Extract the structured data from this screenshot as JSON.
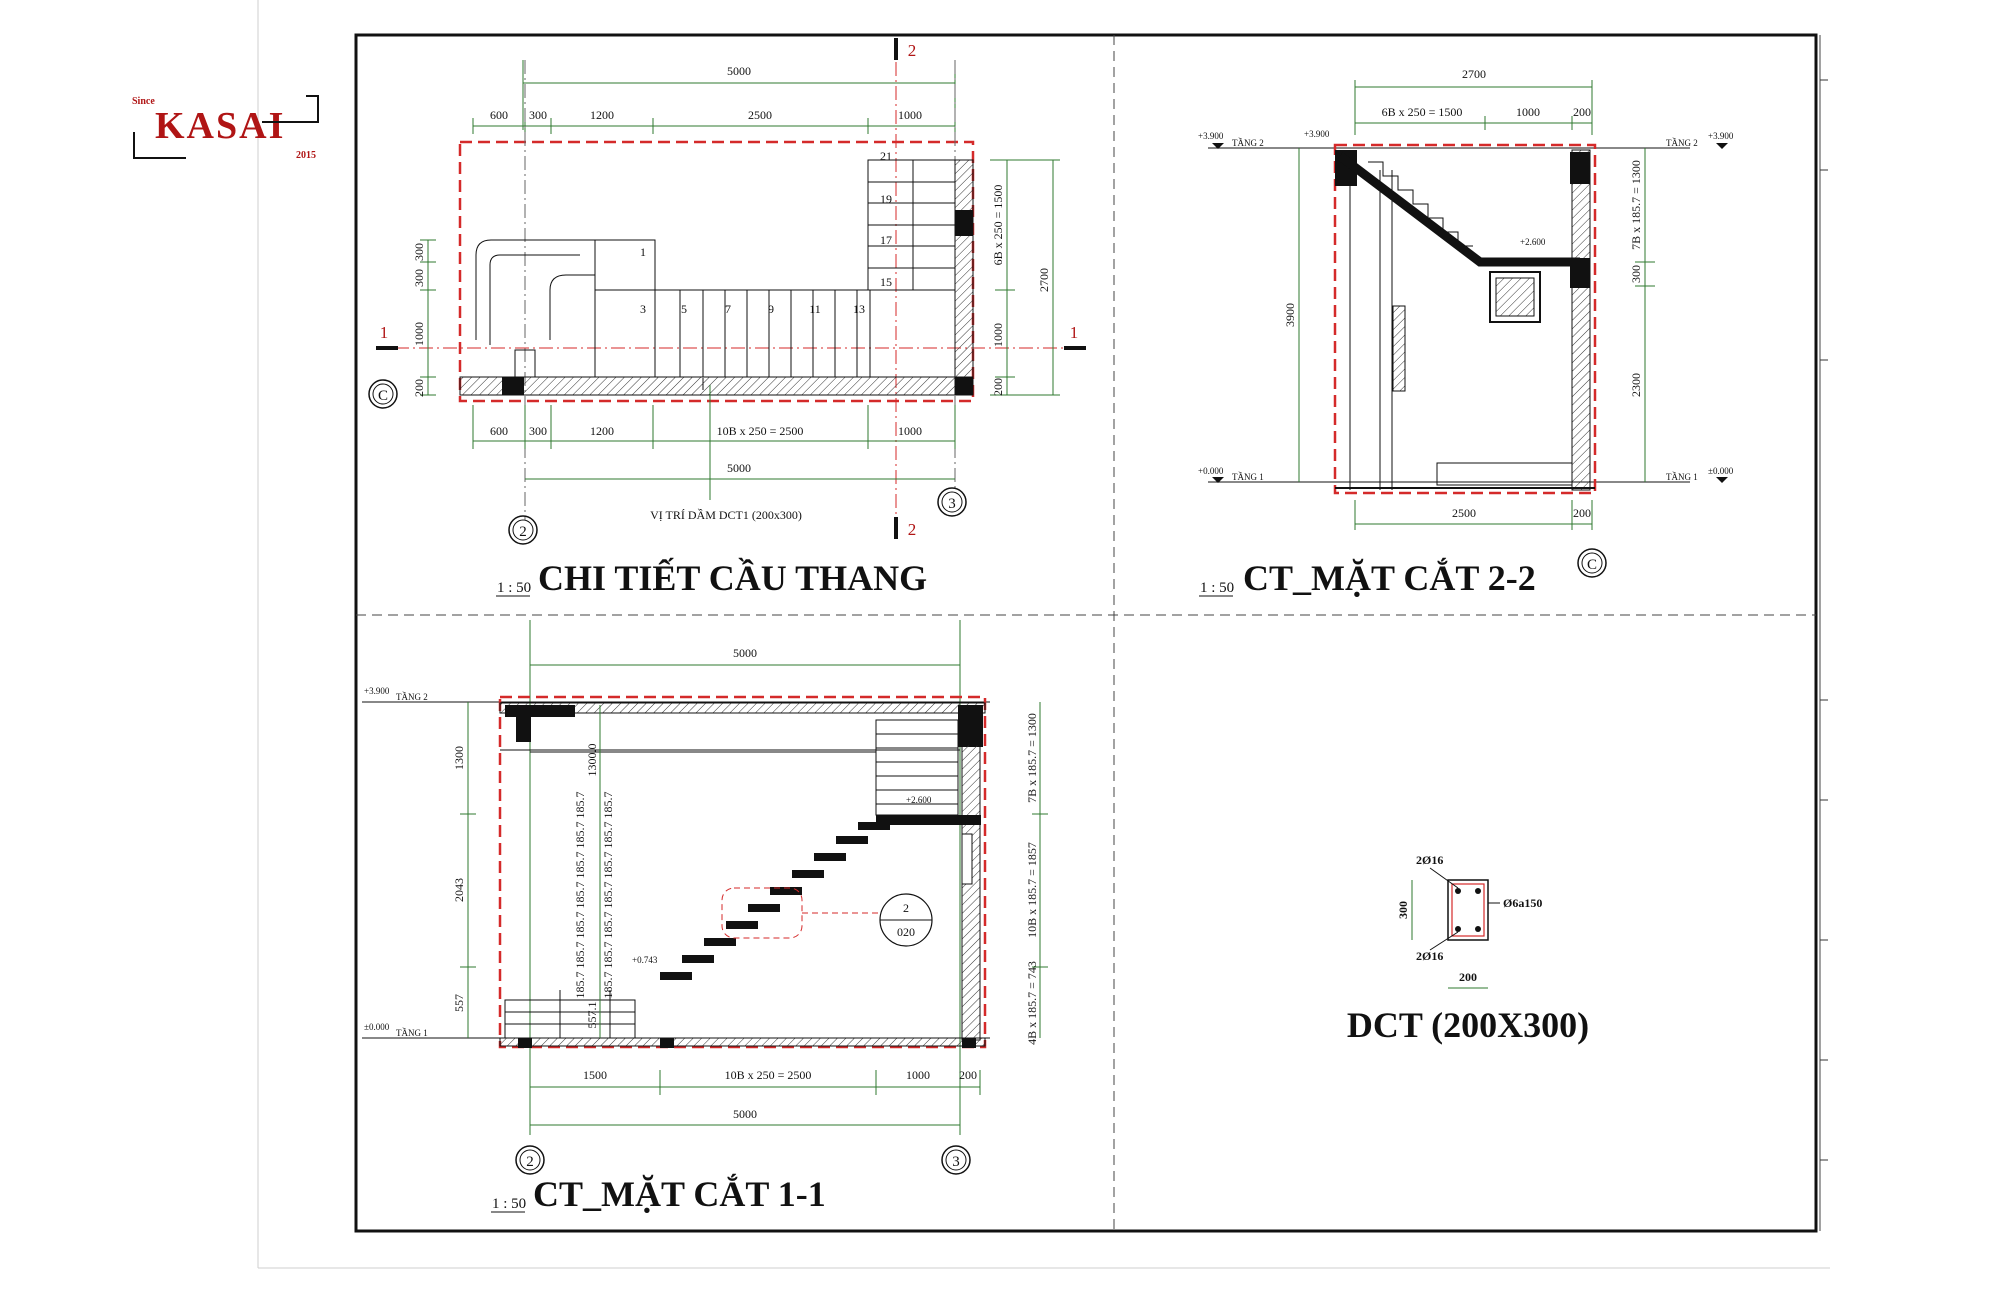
{
  "logo": {
    "since": "Since",
    "name": "KASAI",
    "year": "2015",
    "brand_color": "#b01515"
  },
  "colors": {
    "dimension_line": "#2f7a2f",
    "section_outline": "#d42a2a",
    "ink": "#111111",
    "section_mark": "#b01515"
  },
  "plan": {
    "title": "CHI TIẾT CẦU THANG",
    "scale": "1 : 50",
    "top_total": "5000",
    "top_dims": [
      "600",
      "300",
      "1200",
      "2500",
      "1000"
    ],
    "bottom_dims": [
      "600",
      "300",
      "1200",
      "10B x 250 = 2500",
      "1000"
    ],
    "bottom_total": "5000",
    "right_dims": [
      "6B x 250 = 1500",
      "1000",
      "200"
    ],
    "right_total": "2700",
    "left_dims": [
      "300",
      "300",
      "1000",
      "200"
    ],
    "step_numbers": [
      "1",
      "3",
      "5",
      "7",
      "9",
      "11",
      "13",
      "15",
      "17",
      "19",
      "21"
    ],
    "beam_note": "VỊ TRÍ DẦM DCT1 (200x300)",
    "section_marks": [
      "1",
      "1",
      "2",
      "2"
    ],
    "grid_labels": [
      "C",
      "2",
      "3"
    ]
  },
  "section22": {
    "title": "CT_MẶT CẮT 2-2",
    "scale": "1 : 50",
    "top_total": "2700",
    "top_dims": [
      "6B x 250 = 1500",
      "1000",
      "200"
    ],
    "bottom_dims": [
      "2500",
      "200"
    ],
    "left_height": "3900",
    "right_dims": [
      "7B x 185.7 = 1300",
      "300",
      "2300"
    ],
    "levels": [
      "+3.900",
      "TẦNG 2",
      "+3.900",
      "TẦNG 2",
      "+3.900",
      "+0.000",
      "TẦNG 1",
      "TẦNG 1",
      "±0.000"
    ],
    "landing_level": "+2.600",
    "grid_label": "C"
  },
  "section11": {
    "title": "CT_MẶT CẮT 1-1",
    "scale": "1 : 50",
    "top_total": "5000",
    "bottom_dims": [
      "1500",
      "10B x 250 = 2500",
      "1000",
      "200"
    ],
    "bottom_total": "5000",
    "left_dims": [
      "1300",
      "2043",
      "557"
    ],
    "inner_dim": "1300.0",
    "riser_labels": [
      "185.7",
      "185.7",
      "185.7",
      "185.7",
      "185.7",
      "185.7",
      "185.7",
      "185.7",
      "185.7",
      "185.7",
      "185.7",
      "185.7",
      "185.7",
      "185.7"
    ],
    "inner_bottom": "557.1",
    "right_dims": [
      "7B x 185.7 = 1300",
      "10B x 185.7 = 1857",
      "4B x 185.7 = 743"
    ],
    "levels": [
      "+3.900",
      "TẦNG 2",
      "±0.000",
      "TẦNG 1"
    ],
    "landing_level": "+2.600",
    "step_level": "+0.743",
    "detail_num": "2",
    "detail_sheet": "020",
    "grid_labels": [
      "2",
      "3"
    ]
  },
  "beam": {
    "title": "DCT (200X300)",
    "top_rebar": "2Ø16",
    "bottom_rebar": "2Ø16",
    "stirrup": "Ø6a150",
    "height": "300",
    "width": "200"
  }
}
